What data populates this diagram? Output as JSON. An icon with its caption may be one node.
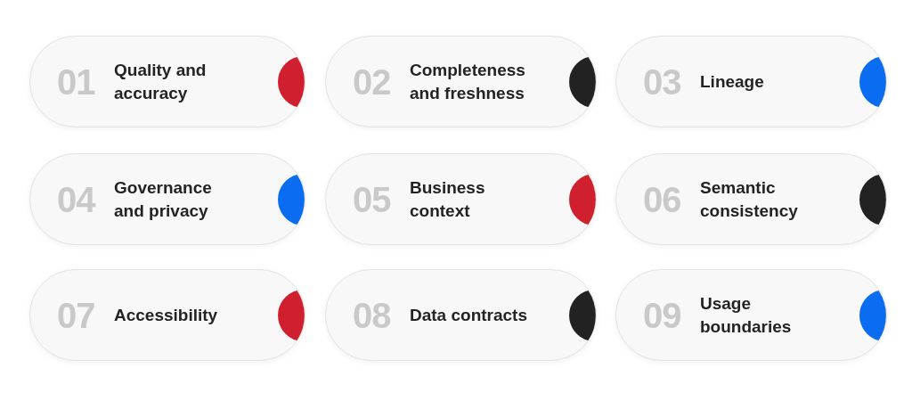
{
  "diagram": {
    "nodes": [
      {
        "text": [
          "01",
          "Quality and accuracy"
        ]
      },
      {
        "text": [
          "02",
          "Completeness and freshness"
        ]
      },
      {
        "text": [
          "03",
          "Lineage"
        ]
      },
      {
        "text": [
          "04",
          "Governance and privacy"
        ]
      },
      {
        "text": [
          "05",
          "Business context"
        ]
      },
      {
        "text": [
          "06",
          "Semantic consistency"
        ]
      },
      {
        "text": [
          "07",
          "Accessibility"
        ]
      },
      {
        "text": [
          "08",
          "Data contracts"
        ]
      },
      {
        "text": [
          "09",
          "Usage boundaries"
        ]
      }
    ]
  }
}
